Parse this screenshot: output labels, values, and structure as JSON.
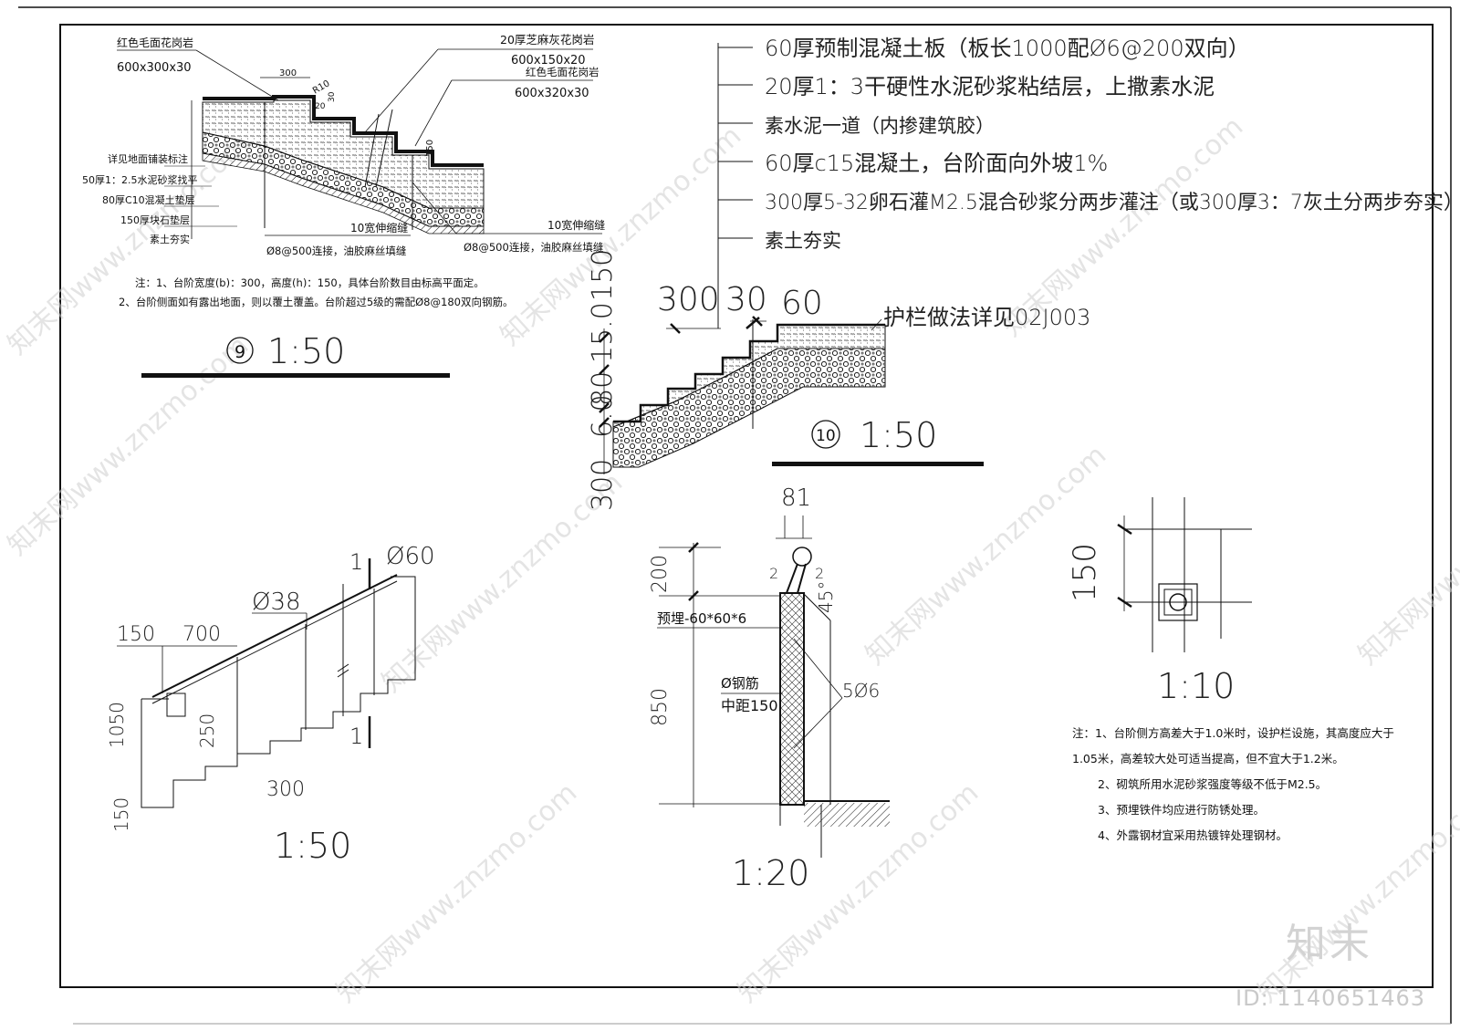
{
  "detail9": {
    "callouts": {
      "red_granite_top": "红色毛面花岗岩",
      "red_granite_top_size": "600x300x30",
      "grey_granite": "20厚芝麻灰花岗岩",
      "grey_granite_size": "600x150x20",
      "red_granite_right": "红色毛面花岗岩",
      "red_granite_right_size": "600x320x30",
      "dim_300": "300",
      "dim_r10": "R10",
      "dim_30": "30",
      "dim_20": "20",
      "dim_150": "150"
    },
    "layers": [
      "详见地面铺装标注",
      "50厚1：2.5水泥砂浆找平",
      "80厚C10混凝土垫层",
      "150厚块石垫层",
      "素土夯实"
    ],
    "joint_left_a": "10宽伸缩缝",
    "joint_left_b": "Ø8@500连接，油胶麻丝填缝",
    "joint_right_a": "10宽伸缩缝",
    "joint_right_b": "Ø8@500连接，油胶麻丝填缝",
    "notes": [
      "注：1、台阶宽度(b)：300，高度(h)：150，具体台阶数目由标高平面定。",
      "2、台阶侧面如有露出地面，则以覆土覆盖。台阶超过5级的需配Ø8@180双向钢筋。"
    ],
    "number": "9",
    "scale": "1:50"
  },
  "detail10": {
    "layers": [
      "60厚预制混凝土板（板长1000配Ø6@200双向）",
      "20厚1：3干硬性水泥砂浆粘结层，上撒素水泥",
      "素水泥一道（内掺建筑胶）",
      "60厚c15混凝土，台阶面向外坡1%",
      "300厚5-32卵石灌M2.5混合砂浆分两步灌注（或300厚3：7灰土分两步夯实）",
      "素土夯实"
    ],
    "dims": {
      "d300": "300",
      "d30": "30",
      "d60": "60",
      "v150a": "150",
      "v150b": "15.0",
      "v80": "80",
      "v60": "6.0",
      "v300": "300"
    },
    "railing_note": "护栏做法详见02J003",
    "number": "10",
    "scale": "1:50"
  },
  "railing_elevation": {
    "phi60": "Ø60",
    "phi38": "Ø38",
    "d150_top": "150",
    "d700": "700",
    "d1050": "1050",
    "d250": "250",
    "d300": "300",
    "d150_bottom": "150",
    "sec_mark_top": "1",
    "sec_mark_bottom": "1",
    "scale": "1:50"
  },
  "railing_section": {
    "d81": "81",
    "d200": "200",
    "d850": "850",
    "d2a": "2",
    "d2b": "2",
    "d45": "45°",
    "embed": "预埋-60*60*6",
    "rebar_a": "Ø钢筋",
    "rebar_b": "中距150",
    "bars": "5Ø6",
    "scale": "1:20"
  },
  "post_detail": {
    "d150": "150",
    "scale": "1:10"
  },
  "notes_right": [
    "注：1、台阶侧方高差大于1.0米时，设护栏设施，其高度应大于",
    "1.05米，高差较大处可适当提高，但不宜大于1.2米。",
    "2、砌筑所用水泥砂浆强度等级不低于M2.5。",
    "3、预埋铁件均应进行防锈处理。",
    "4、外露钢材宜采用热镀锌处理钢材。"
  ],
  "watermark": {
    "text": "知末网www.znzmo.com",
    "logo": "知末",
    "id": "ID: 1140651463"
  }
}
